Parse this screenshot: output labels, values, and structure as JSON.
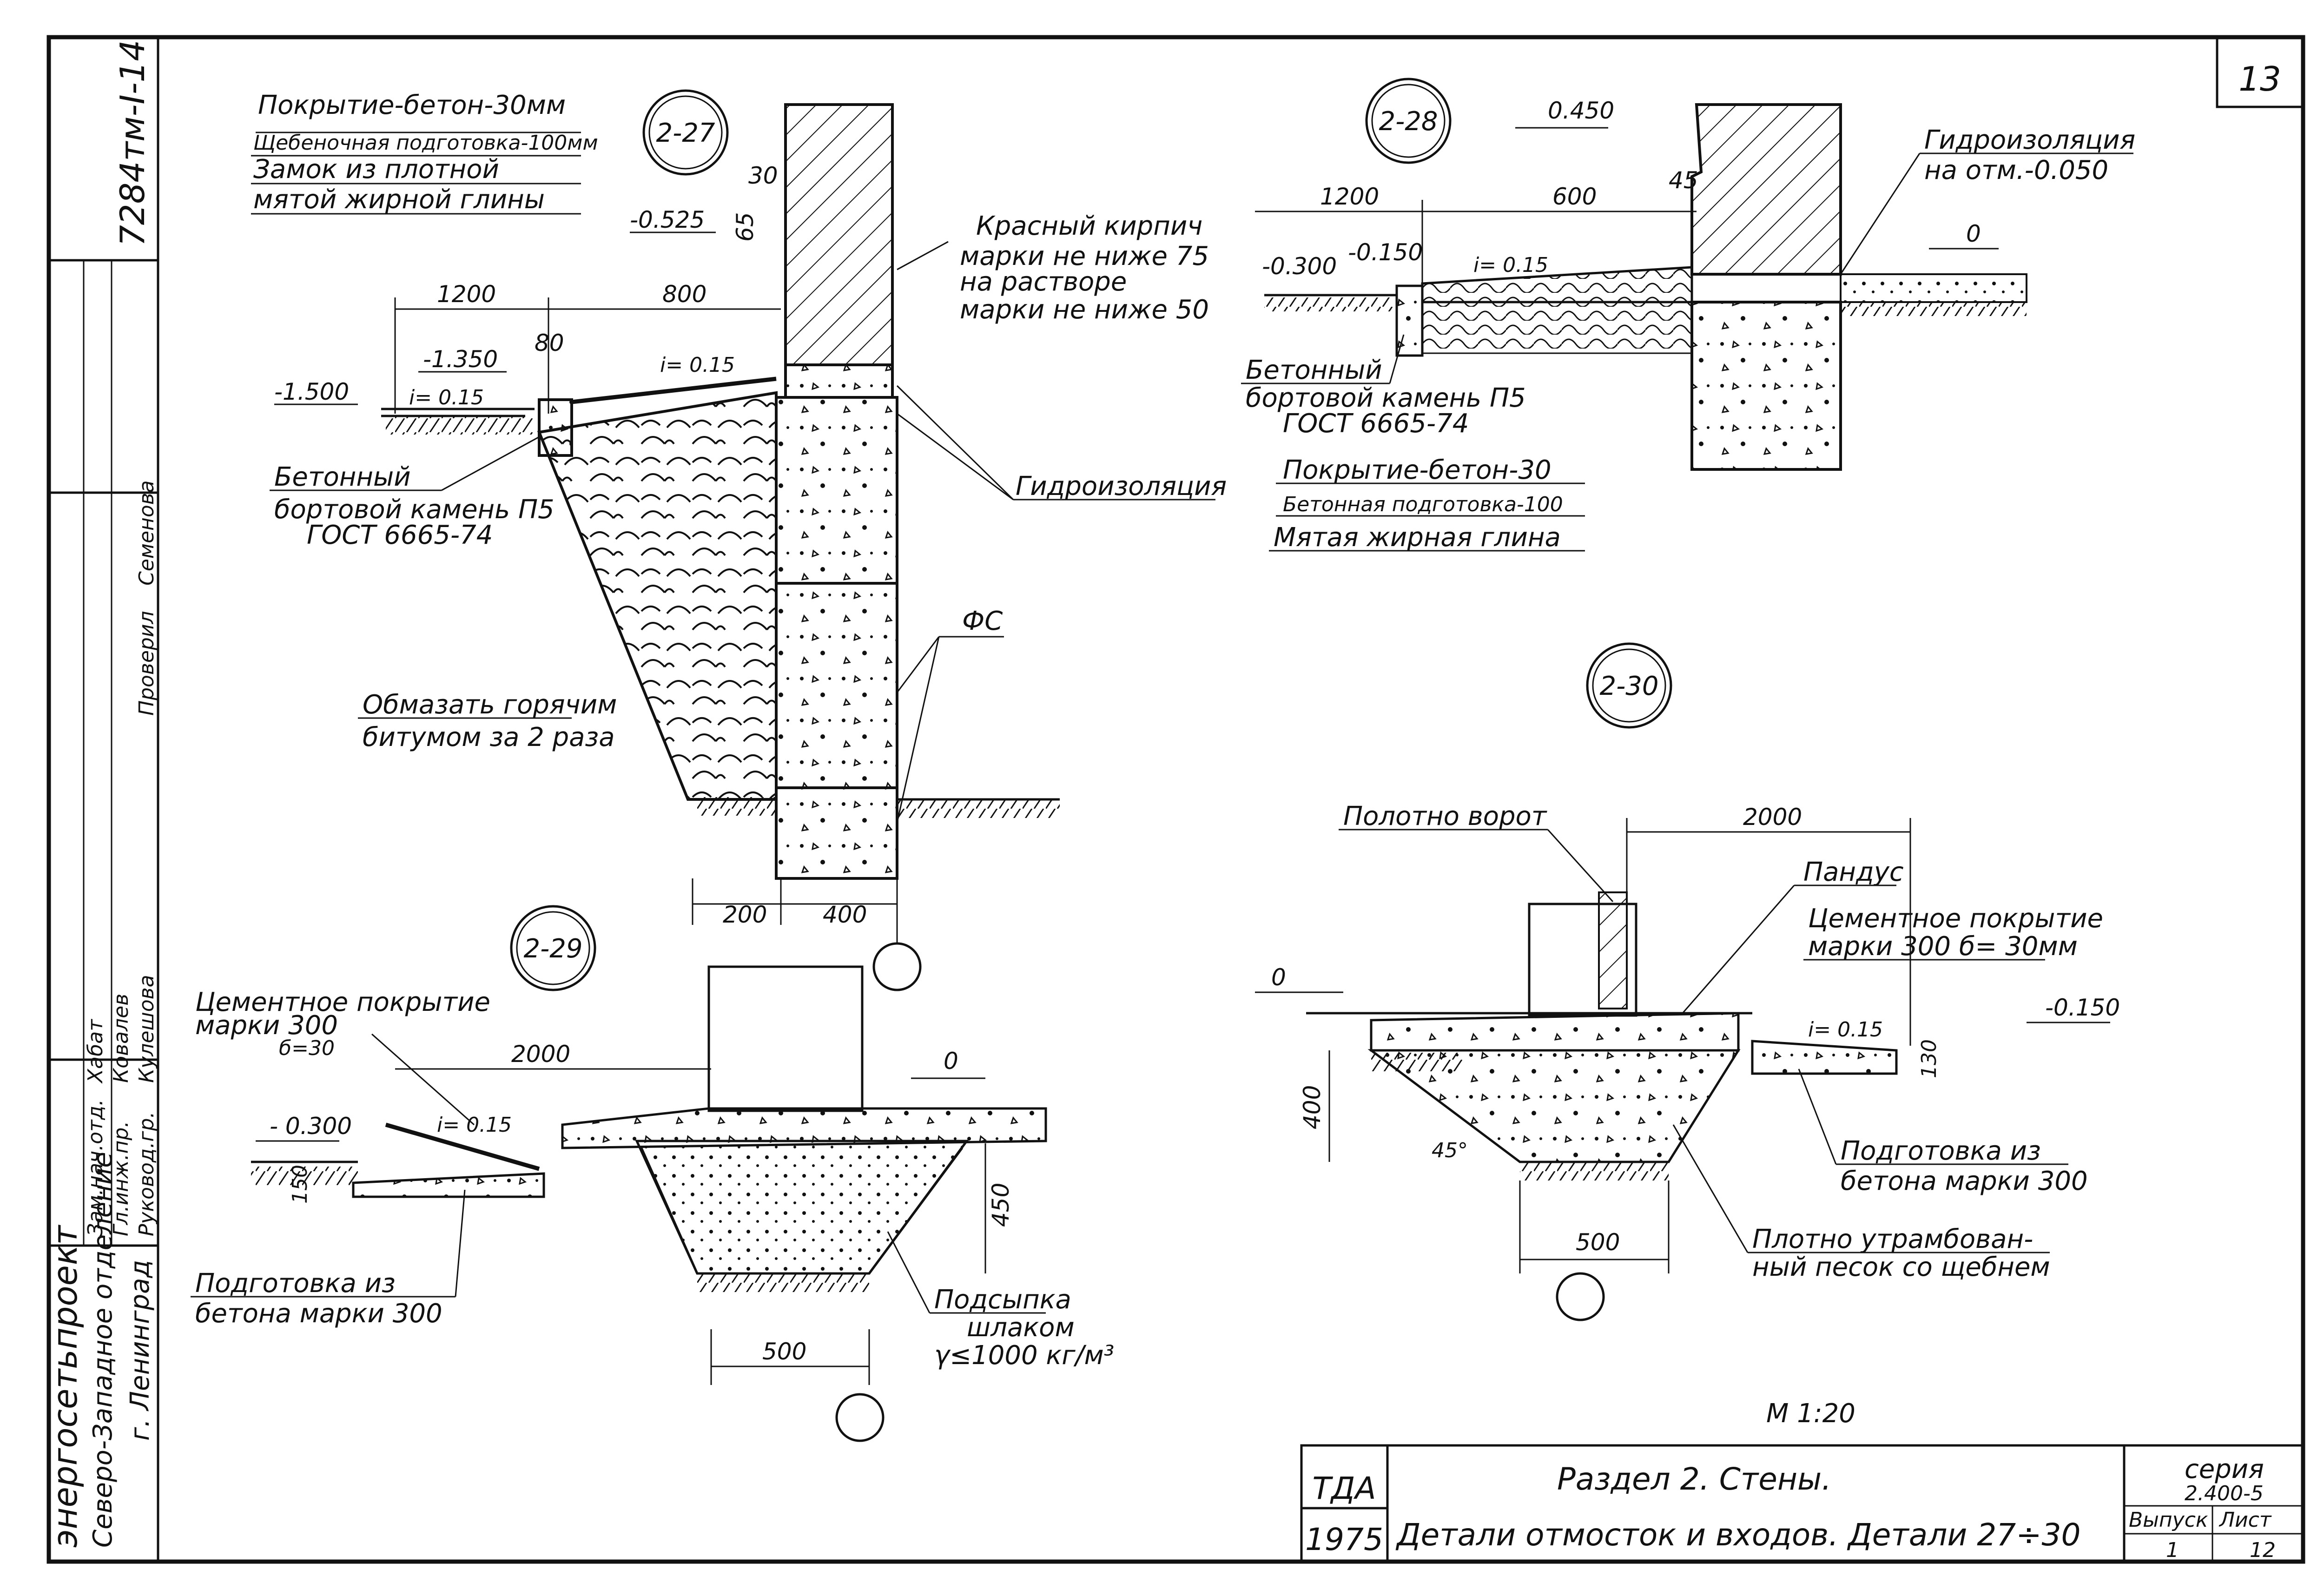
{
  "sheet": {
    "sheet_no": "13",
    "scale": "М 1:20"
  },
  "side_stamp": {
    "code": "7284тм-І-14",
    "org_1": "энергосетьпроект",
    "org_2": "Северо-Западное отделение",
    "city": "г. Ленинград",
    "roles": [
      "Зам.нач.отд.",
      "Гл.инж.пр.",
      "Руковод.гр.",
      "Проверил"
    ],
    "names": [
      "Хабат",
      "Ковалев",
      "Кулешова",
      "Семенова"
    ]
  },
  "details": {
    "d27": {
      "marker": "2-27",
      "labels": {
        "l1": "Покрытие-бетон-30мм",
        "l2": "Щебеночная подготовка-100мм",
        "l3": "Замок из плотной",
        "l4": "мятой жирной глины",
        "brick_1": "Красный кирпич",
        "brick_2": "марки не ниже 75",
        "brick_3": "на растворе",
        "brick_4": "марки не ниже 50",
        "waterproof": "Гидроизоляция",
        "stone_1": "Бетонный",
        "stone_2": "бортовой камень П5",
        "stone_3": "ГОСТ 6665-74",
        "fs": "ФС",
        "bitumen_1": "Обмазать горячим",
        "bitumen_2": "битумом за 2 раза"
      },
      "dims": {
        "d30": "30",
        "d65": "65",
        "m0525": "-0.525",
        "d1200": "1200",
        "d800": "800",
        "m1350": "-1.350",
        "d80": "80",
        "m1500": "-1.500",
        "slope_a": "i= 0.15",
        "slope_b": "i= 0.15",
        "d200": "200",
        "d400": "400"
      }
    },
    "d28": {
      "marker": "2-28",
      "labels": {
        "wp_1": "Гидроизоляция",
        "wp_2": "на отм.-0.050",
        "stone_1": "Бетонный",
        "stone_2": "бортовой камень П5",
        "stone_3": "ГОСТ 6665-74",
        "l1": "Покрытие-бетон-30",
        "l2": "Бетонная подготовка-100",
        "l3": "Мятая жирная глина"
      },
      "dims": {
        "p0450": "0.450",
        "d1200": "1200",
        "d600": "600",
        "m0300": "-0.300",
        "m0150": "-0.150",
        "slope": "i= 0.15",
        "d45": "45",
        "zero": "0"
      }
    },
    "d29": {
      "marker": "2-29",
      "labels": {
        "cem_1": "Цементное покрытие",
        "cem_2": "марки 300",
        "cem_3": "б=30",
        "prep_1": "Подготовка из",
        "prep_2": "бетона марки 300",
        "fill_1": "Подсыпка",
        "fill_2": "шлаком",
        "fill_3": "γ≤1000 кг/м³"
      },
      "dims": {
        "d2000": "2000",
        "zero": "0",
        "m0300": "- 0.300",
        "slope": "i= 0.15",
        "d150": "150",
        "d450": "450",
        "d500": "500"
      }
    },
    "d30": {
      "marker": "2-30",
      "labels": {
        "gate": "Полотно ворот",
        "ramp": "Пандус",
        "cem_1": "Цементное покрытие",
        "cem_2": "марки 300 б= 30мм",
        "prep_1": "Подготовка из",
        "prep_2": "бетона марки 300",
        "sand_1": "Плотно утрамбован-",
        "sand_2": "ный песок со щебнем"
      },
      "dims": {
        "d2000": "2000",
        "zero": "0",
        "m0150": "-0.150",
        "slope": "i= 0.15",
        "d130": "130",
        "d400": "400",
        "angle": "45°",
        "d500": "500"
      }
    }
  },
  "title_block": {
    "org": "ТДА",
    "year": "1975",
    "section": "Раздел 2.  Стены.",
    "title": "Детали  отмосток и входов. Детали 27÷30",
    "series_label": "серия",
    "series_no": "2.400-5",
    "issue_label": "Выпуск",
    "issue_no": "1",
    "page_label": "Лист",
    "page_no": "12"
  }
}
